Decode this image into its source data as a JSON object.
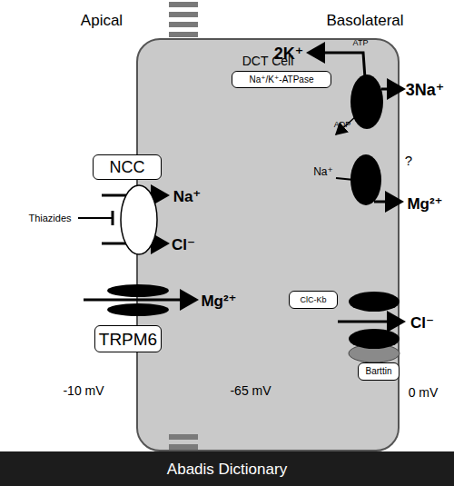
{
  "diagram": {
    "nodes": [
      {
        "text": [
          "DCT Cell"
        ]
      },
      {
        "text": [
          "NCC"
        ]
      },
      {
        "text": [
          "TRPM6"
        ]
      },
      {
        "text": [
          "Na⁺/K⁺-ATPase"
        ],
        "in": 0
      },
      {
        "text": [
          "ClC-Kb"
        ],
        "in": 0
      },
      {
        "text": [
          "Barttin"
        ],
        "in": 0
      },
      {
        "text": [
          "Abadis Dictionary"
        ]
      }
    ],
    "labels": [
      "Apical",
      "Basolateral",
      "2K⁺",
      "ATP",
      "3Na⁺",
      "ADP",
      "Na⁺",
      "?",
      "Mg²⁺",
      "Na⁺",
      "Cl⁻",
      "Thiazides",
      "Mg²⁺",
      "Cl⁻",
      "-10 mV",
      "-65 mV",
      "0 mV"
    ]
  }
}
